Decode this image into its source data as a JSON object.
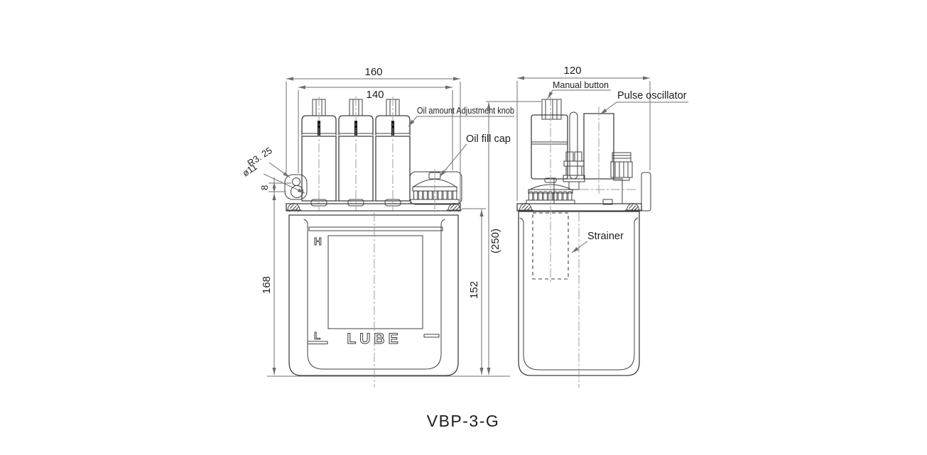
{
  "title": "VBP-3-G",
  "colors": {
    "bg": "#ffffff",
    "line": "#3f3f3f",
    "dim": "#6f6f6f",
    "center": "#9c9c9c",
    "text": "#1d1d1d",
    "mark": "#111111"
  },
  "front_view": {
    "dim_outer_width": "160",
    "dim_inner_width": "140",
    "dim_tank_height": "168",
    "dim_slot_offset": "8",
    "slot_radius": "R3. 25",
    "slot_diameter": "ø11",
    "label_adjust_knob": "Oil amount Adjustment knob",
    "label_oil_fill_cap": "Oil fill cap",
    "mark_high": "H",
    "mark_low": "L",
    "brand": "LUBE"
  },
  "side_view": {
    "dim_width": "120",
    "dim_mount_height": "152",
    "dim_total_height": "(250)",
    "label_manual_button": "Manual button",
    "label_pulse_oscillator": "Pulse oscillator",
    "label_strainer": "Strainer"
  }
}
